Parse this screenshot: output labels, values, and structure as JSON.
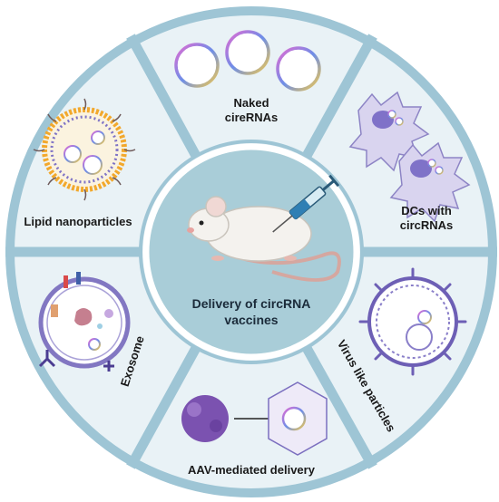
{
  "center": {
    "line1": "Delivery of circRNA",
    "line2": "vaccines"
  },
  "segments": [
    {
      "id": "naked",
      "line1": "Naked",
      "line2": "cireRNAs"
    },
    {
      "id": "dcs",
      "line1": "DCs with",
      "line2": "circRNAs"
    },
    {
      "id": "vlp",
      "line1": "Virus like particles"
    },
    {
      "id": "aav",
      "line1": "AAV-mediated delivery"
    },
    {
      "id": "exosome",
      "line1": "Exosome"
    },
    {
      "id": "lnp",
      "line1": "Lipid nanoparticles"
    }
  ],
  "colors": {
    "ring_fill": "#e9f2f6",
    "ring_divider": "#9ec5d5",
    "center_fill": "#a9cdd8",
    "center_border": "#ffffff"
  }
}
